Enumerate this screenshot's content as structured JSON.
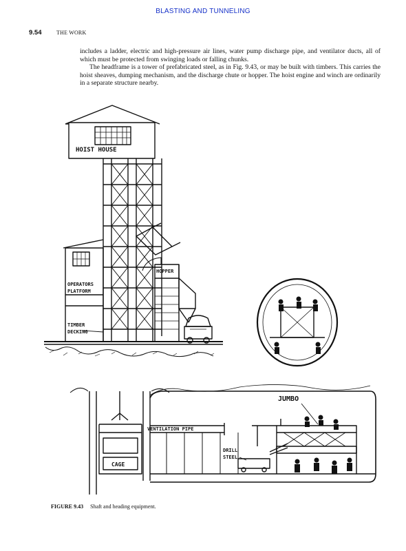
{
  "running_head": "BLASTING AND TUNNELING",
  "page_number": "9.54",
  "section": "THE WORK",
  "paragraphs": [
    "includes a ladder, electric and high-pressure air lines, water pump discharge pipe, and ventilator ducts, all of which must be protected from swinging loads or falling chunks.",
    "The headframe is a tower of prefabricated steel, as in Fig. 9.43, or may be built with timbers. This carries the hoist sheaves, dumping mechanism, and the discharge chute or hopper. The hoist engine and winch are ordinarily in a separate structure nearby."
  ],
  "figure": {
    "labels": {
      "hoist_house": "HOIST HOUSE",
      "hopper": "HOPPER",
      "operators_1": "OPERATORS",
      "operators_2": "PLATFORM",
      "timber_1": "TIMBER",
      "timber_2": "DECKING",
      "jumbo": "JUMBO",
      "ventilation": "VENTILATION  PIPE",
      "cage": "CAGE",
      "drill_1": "DRILL",
      "drill_2": "STEEL"
    },
    "caption_number": "FIGURE 9.43",
    "caption_text": "Shaft and heading equipment."
  },
  "colors": {
    "running_head": "#1530c8",
    "ink": "#111111"
  }
}
